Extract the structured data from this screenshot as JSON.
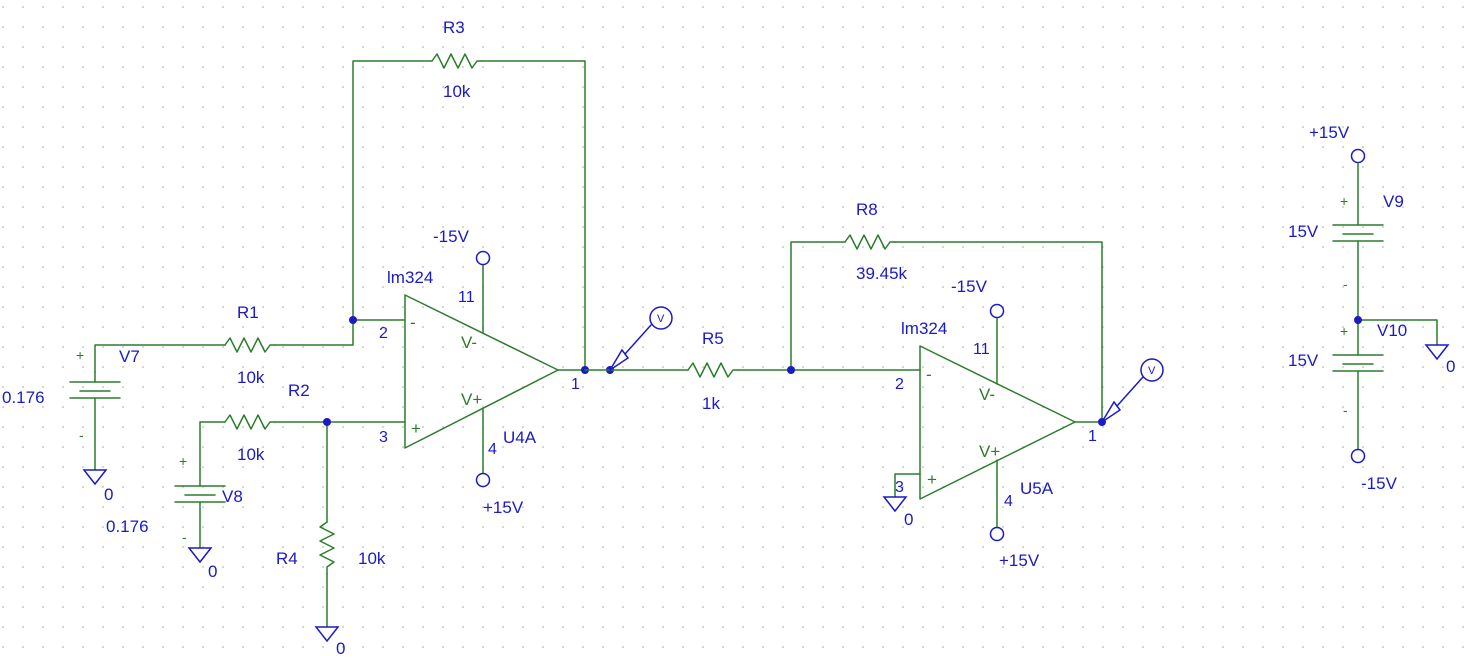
{
  "components": {
    "R1": {
      "ref": "R1",
      "value": "10k"
    },
    "R2": {
      "ref": "R2",
      "value": "10k"
    },
    "R3": {
      "ref": "R3",
      "value": "10k"
    },
    "R4": {
      "ref": "R4",
      "value": "10k"
    },
    "R5": {
      "ref": "R5",
      "value": "1k"
    },
    "R8": {
      "ref": "R8",
      "value": "39.45k"
    },
    "V7": {
      "ref": "V7",
      "value": "0.176"
    },
    "V8": {
      "ref": "V8",
      "value": "0.176"
    },
    "V9": {
      "ref": "V9",
      "value": "15V"
    },
    "V10": {
      "ref": "V10",
      "value": "15V"
    },
    "U4A": {
      "ref": "U4A",
      "part": "lm324",
      "pin_inv": "2",
      "pin_noninv": "3",
      "pin_out": "1",
      "pin_vneg": "11",
      "pin_vpos": "4",
      "vneg_label": "V-",
      "vpos_label": "V+",
      "minus": "-",
      "plus": "+"
    },
    "U5A": {
      "ref": "U5A",
      "part": "lm324",
      "pin_inv": "2",
      "pin_noninv": "3",
      "pin_out": "1",
      "pin_vneg": "11",
      "pin_vpos": "4",
      "vneg_label": "V-",
      "vpos_label": "V+",
      "minus": "-",
      "plus": "+"
    }
  },
  "rails": {
    "u4_neg": "-15V",
    "u4_pos": "+15V",
    "u5_neg": "-15V",
    "u5_pos": "+15V",
    "supply_pos": "+15V",
    "supply_neg": "-15V"
  },
  "grounds": {
    "g_v7": "0",
    "g_v8": "0",
    "g_r4": "0",
    "g_u5": "0",
    "g_v10": "0"
  },
  "polarity": {
    "plus": "+",
    "minus": "-"
  },
  "probes": {
    "probe1": "V",
    "probe2": "V"
  },
  "colors": {
    "wire": "#2b7d2b",
    "text": "#1a1ac8",
    "grid": "#b8b8b8"
  }
}
